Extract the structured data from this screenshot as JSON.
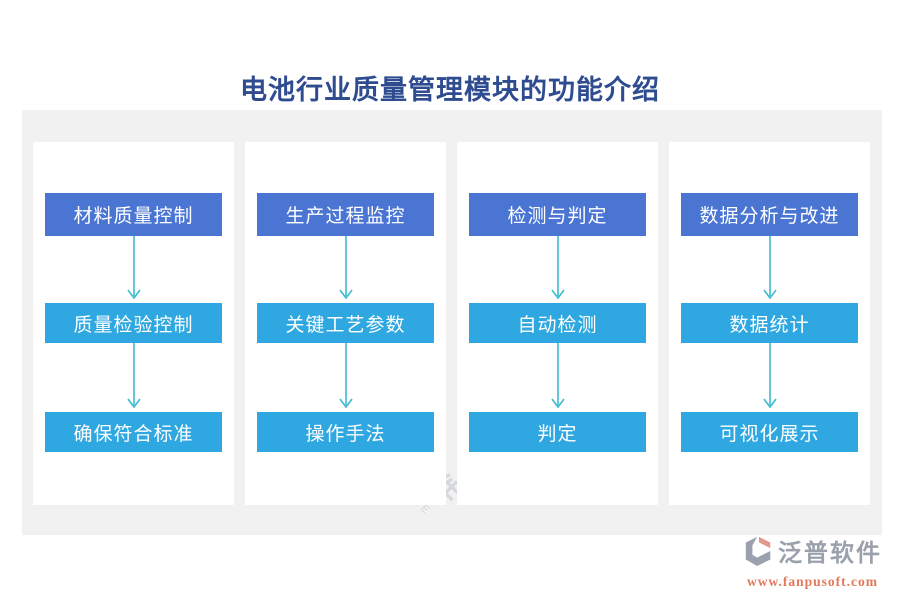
{
  "title": "电池行业质量管理模块的功能介绍",
  "colors": {
    "title_text": "#2e4c8f",
    "panel_background": "#f1f1f1",
    "card_background": "#ffffff",
    "header_box": "#4a75d3",
    "sub_box": "#2fa7e0",
    "arrow": "#3bbccd",
    "logo_gray": "#9aa1ad",
    "logo_orange": "#e2795a"
  },
  "columns": [
    {
      "items": [
        "材料质量控制",
        "质量检验控制",
        "确保符合标准"
      ]
    },
    {
      "items": [
        "生产过程监控",
        "关键工艺参数",
        "操作手法"
      ]
    },
    {
      "items": [
        "检测与判定",
        "自动检测",
        "判定"
      ]
    },
    {
      "items": [
        "数据分析与改进",
        "数据统计",
        "可视化展示"
      ]
    }
  ],
  "watermark": {
    "brand": "泛普软件",
    "subtext": "FANPU SOFTWARE"
  },
  "footer_logo": {
    "brand": "泛普软件",
    "url": "www.fanpusoft.com"
  }
}
